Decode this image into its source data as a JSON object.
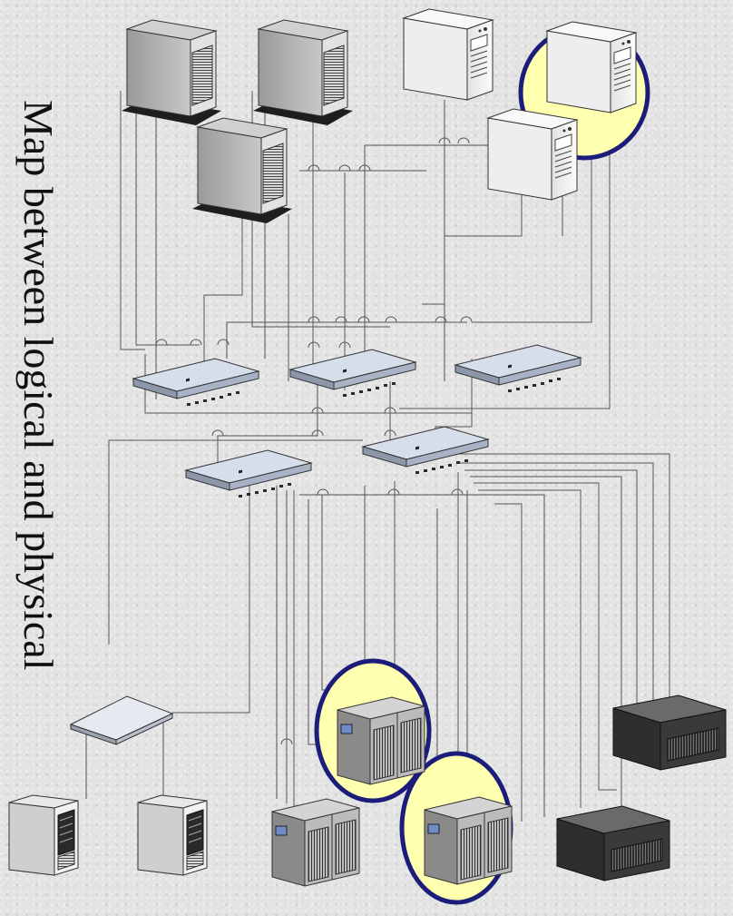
{
  "slide": {
    "title": "Map between logical and physical"
  },
  "colors": {
    "background": "#e3e3e3",
    "highlight_fill": "#ffffb0",
    "highlight_ring": "#1c1c7a",
    "switch_fill": "#c9d4e6",
    "dark_server": "#3f3f3f",
    "wire": "#555555"
  },
  "diagram": {
    "nodes": [
      {
        "name": "tower-server-1",
        "icon": "gray-tower-server-icon"
      },
      {
        "name": "tower-server-2",
        "icon": "gray-tower-server-icon"
      },
      {
        "name": "tower-server-3",
        "icon": "gray-tower-server-icon"
      },
      {
        "name": "white-server-1",
        "icon": "white-tower-server-icon"
      },
      {
        "name": "white-server-2-highlighted",
        "icon": "white-tower-server-icon",
        "highlighted": true
      },
      {
        "name": "white-server-3",
        "icon": "white-tower-server-icon"
      },
      {
        "name": "switch-1",
        "icon": "network-switch-icon"
      },
      {
        "name": "switch-2",
        "icon": "network-switch-icon"
      },
      {
        "name": "switch-3",
        "icon": "network-switch-icon"
      },
      {
        "name": "switch-4",
        "icon": "network-switch-icon"
      },
      {
        "name": "switch-5",
        "icon": "network-switch-icon"
      },
      {
        "name": "hub",
        "icon": "hub-icon"
      },
      {
        "name": "rack-1",
        "icon": "rack-cabinet-icon"
      },
      {
        "name": "rack-2",
        "icon": "rack-cabinet-icon"
      },
      {
        "name": "storage-1",
        "icon": "storage-array-icon"
      },
      {
        "name": "storage-2-highlighted",
        "icon": "storage-array-icon",
        "highlighted": true
      },
      {
        "name": "storage-3-highlighted",
        "icon": "storage-array-icon",
        "highlighted": true
      },
      {
        "name": "dark-server-1",
        "icon": "dark-server-icon"
      },
      {
        "name": "dark-server-2",
        "icon": "dark-server-icon"
      }
    ]
  }
}
